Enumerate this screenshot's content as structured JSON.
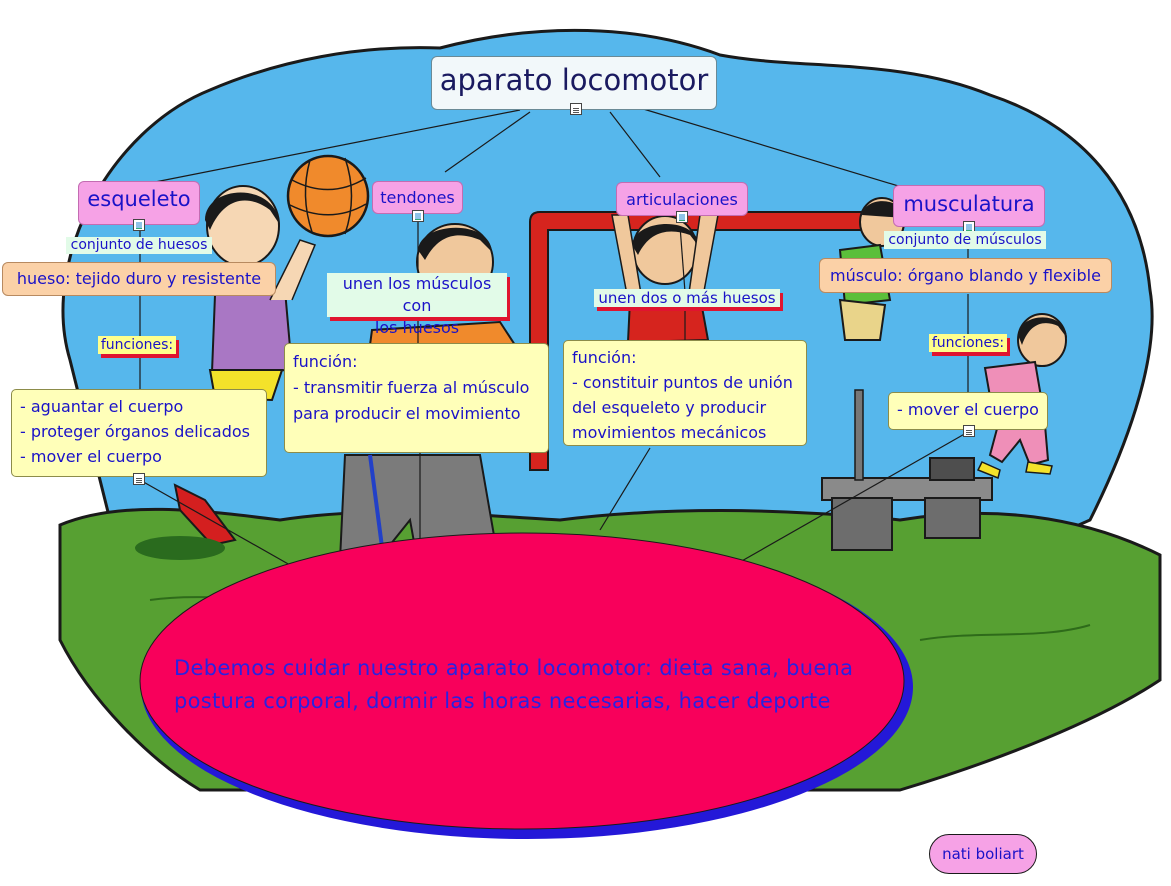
{
  "diagram": {
    "title": "aparato locomotor",
    "branches": {
      "esqueleto": {
        "label": "esqueleto",
        "subtitle": "conjunto de huesos",
        "definition": "hueso: tejido duro y resistente",
        "functions_label": "funciones:",
        "functions": [
          "- aguantar el cuerpo",
          "- proteger órganos delicados",
          "- mover el cuerpo"
        ]
      },
      "tendones": {
        "label": "tendones",
        "subtitle_line1": "unen los músculos con",
        "subtitle_line2": "los huesos",
        "function_title": "función:",
        "function_line1": "- transmitir fuerza al músculo",
        "function_line2": "para producir el movimiento"
      },
      "articulaciones": {
        "label": "articulaciones",
        "subtitle": "unen dos o más huesos",
        "function_title": "función:",
        "function_line1": "- constituir puntos de unión",
        "function_line2": "del esqueleto y producir",
        "function_line3": "movimientos mecánicos"
      },
      "musculatura": {
        "label": "musculatura",
        "subtitle": "conjunto de músculos",
        "definition": "músculo: órgano blando y flexible",
        "functions_label": "funciones:",
        "functions": [
          "- mover el cuerpo"
        ]
      }
    },
    "conclusion_line1": "Debemos cuidar nuestro aparato locomotor: dieta sana, buena",
    "conclusion_line2": "postura corporal, dormir las horas necesarias, hacer deporte",
    "author": "nati boliart"
  },
  "colors": {
    "sky": "#56b7ec",
    "grass": "#57a032",
    "ellipse": "#f8005b",
    "ellipse_shadow": "#2418d8",
    "text": "#1a12c8",
    "pink_node": "#f6a2e6",
    "peach_node": "#fbd1a7",
    "yellow_node": "#ffffb9",
    "underline": "#e0142f"
  },
  "icons": [
    "image-icon",
    "note-icon"
  ]
}
